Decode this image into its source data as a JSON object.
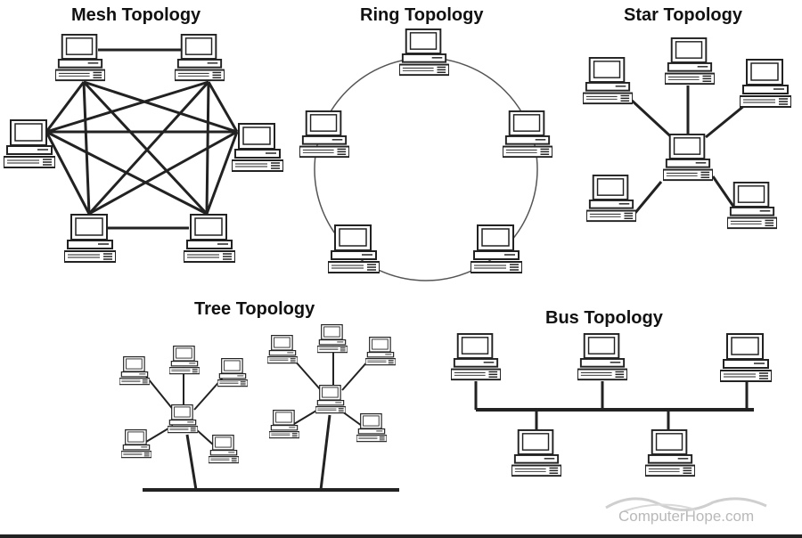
{
  "titles": {
    "mesh": "Mesh Topology",
    "ring": "Ring Topology",
    "star": "Star Topology",
    "tree": "Tree Topology",
    "bus": "Bus Topology"
  },
  "watermark": "ComputerHope.com",
  "colors": {
    "line": "#222222",
    "text": "#111111",
    "fill": "#ffffff",
    "watermark": "#b9b9b9"
  },
  "icons": {
    "node": "desktop-computer-icon",
    "logo": "watermark-logo-icon"
  }
}
